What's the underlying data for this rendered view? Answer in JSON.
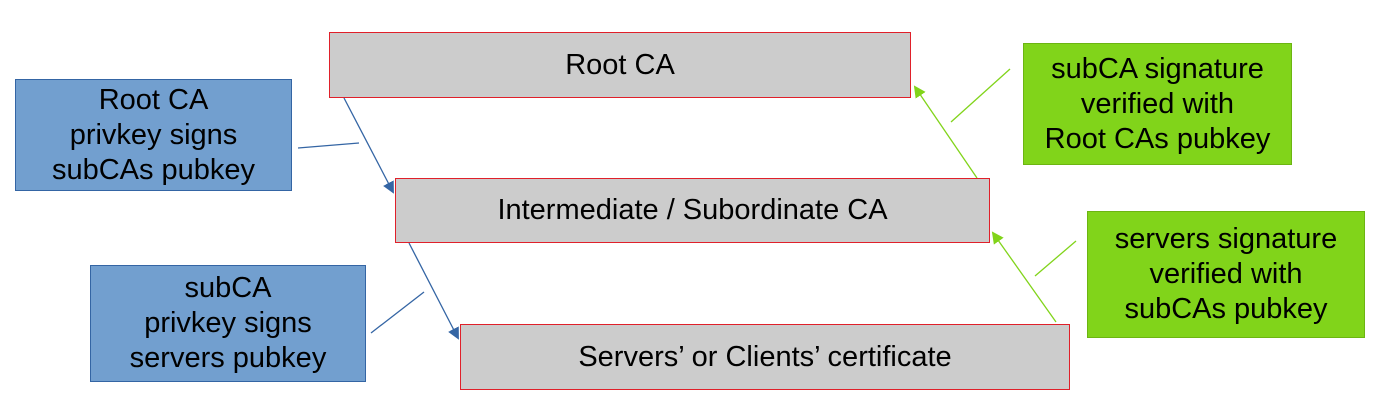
{
  "diagram": {
    "nodes": {
      "root_ca": "Root CA",
      "intermediate_ca": "Intermediate / Subordinate CA",
      "end_entity": "Servers’ or Clients’ certificate"
    },
    "notes": {
      "root_signs": "Root CA\nprivkey signs\nsubCAs pubkey",
      "subca_signs": "subCA\nprivkey signs\nservers pubkey",
      "subca_verified": "subCA signature\nverified with\nRoot CAs pubkey",
      "server_verified": "servers signature\nverified with\nsubCAs pubkey"
    },
    "edges": [
      {
        "from": "root_ca",
        "to": "intermediate_ca",
        "kind": "signs"
      },
      {
        "from": "intermediate_ca",
        "to": "end_entity",
        "kind": "signs"
      },
      {
        "from": "intermediate_ca",
        "to": "root_ca",
        "kind": "verified"
      },
      {
        "from": "end_entity",
        "to": "intermediate_ca",
        "kind": "verified"
      }
    ],
    "colors": {
      "box_fill": "#cccccc",
      "box_border": "#e0202a",
      "sign_note_fill": "#729fcf",
      "sign_arrow": "#3465a4",
      "verify_note_fill": "#81d41a",
      "verify_arrow": "#81d41a"
    }
  }
}
